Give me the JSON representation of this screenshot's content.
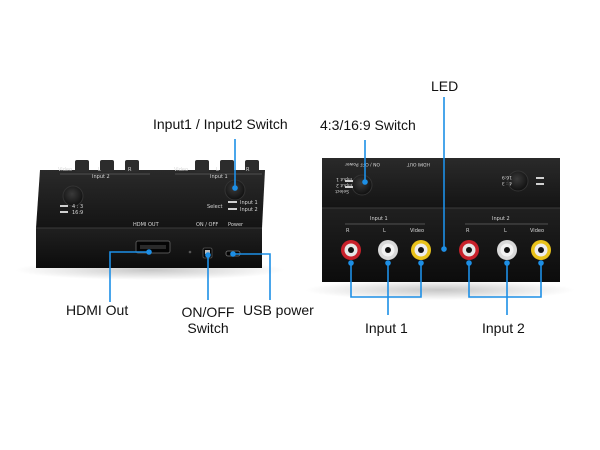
{
  "callouts": {
    "input_switch": "Input1 / Input2 Switch",
    "aspect_switch": "4:3/16:9 Switch",
    "led": "LED",
    "hdmi_out": "HDMI Out",
    "onoff_line1": "ON/OFF",
    "onoff_line2": "Switch",
    "usb_power": "USB power",
    "input1": "Input 1",
    "input2": "Input 2"
  },
  "left_device": {
    "top_labels": [
      "Video",
      "L",
      "R",
      "Video",
      "L",
      "R"
    ],
    "group_input2": "Input 2",
    "group_input1": "Input 1",
    "aspect_43": "4 : 3",
    "aspect_169": "16:9",
    "select": "Select",
    "opt_input1": "Input 1",
    "opt_input2": "Input 2",
    "hdmi_out": "HDMI OUT",
    "on_off": "ON / OFF",
    "power": "Power"
  },
  "right_device": {
    "top_hdmi": "HDMI OUT",
    "top_onoff": "ON / OFF  Power",
    "group_input1": "Input 1",
    "group_input2": "Input 2",
    "r": "R",
    "l": "L",
    "video": "Video",
    "select_input1": "Input 1",
    "select_input2": "Input 2",
    "select": "Select",
    "aspect_169": "16:9",
    "aspect_43": "4 : 3"
  },
  "colors": {
    "device_body": "#1a1a1a",
    "callout_line": "#1d8fe6",
    "rca_red": "#c8202a",
    "rca_white": "#d9d9d9",
    "rca_yellow": "#e8c21a"
  }
}
